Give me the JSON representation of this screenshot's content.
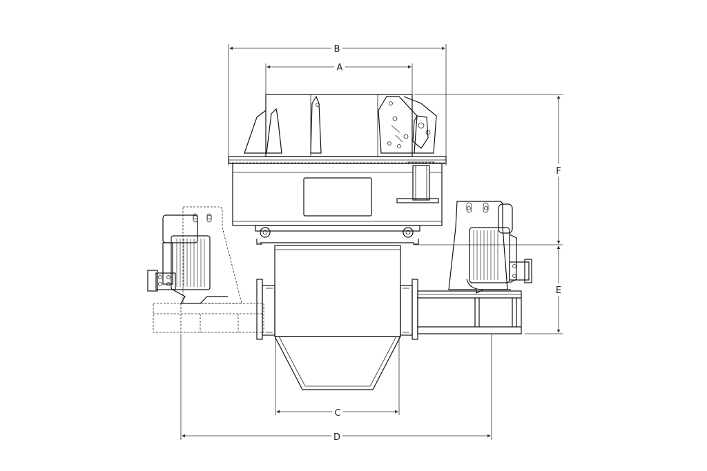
{
  "drawing": {
    "dimension_labels": {
      "A": "A",
      "B": "B",
      "C": "C",
      "D": "D",
      "E": "E",
      "F": "F"
    }
  }
}
